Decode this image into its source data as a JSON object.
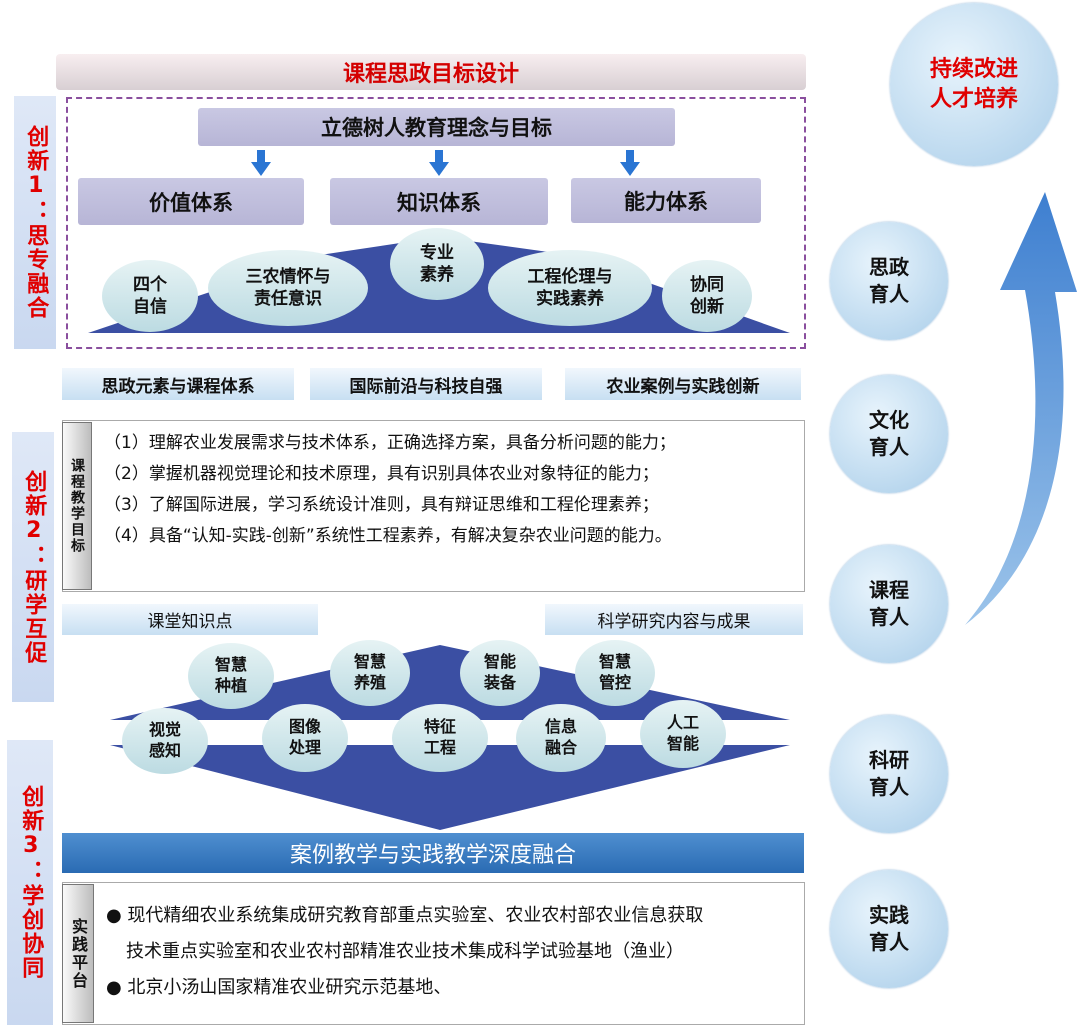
{
  "side_labels": {
    "innovation1": "创新1：思专融合",
    "innovation2": "创新2：研学互促",
    "innovation3": "创新3：学创协同"
  },
  "top_banner": "课程思政目标设计",
  "moral_goal": "立德树人教育理念与目标",
  "systems": [
    "价值体系",
    "知识体系",
    "能力体系"
  ],
  "mountain_items": [
    "四个\n自信",
    "三农情怀与\n责任意识",
    "专业\n素养",
    "工程伦理与\n实践素养",
    "协同\n创新"
  ],
  "theme_bars": [
    "思政元素与课程体系",
    "国际前沿与科技自强",
    "农业案例与实践创新"
  ],
  "objectives": {
    "label": "课程教学目标",
    "items": [
      "（1）理解农业发展需求与技术体系，正确选择方案，具备分析问题的能力；",
      "（2）掌握机器视觉理论和技术原理，具有识别具体农业对象特征的能力；",
      "（3）了解国际进展，学习系统设计准则，具有辩证思维和工程伦理素养；",
      "（4）具备“认知-实践-创新”系统性工程素养，有解决复杂农业问题的能力。"
    ]
  },
  "knowledge_bars": [
    "课堂知识点",
    "科学研究内容与成果"
  ],
  "diamond_top": [
    "智慧\n种植",
    "智慧\n养殖",
    "智能\n装备",
    "智慧\n管控"
  ],
  "diamond_bottom": [
    "视觉\n感知",
    "图像\n处理",
    "特征\n工程",
    "信息\n融合",
    "人工\n智能"
  ],
  "fusion_banner": "案例教学与实践教学深度融合",
  "platform": {
    "label": "实践平台",
    "lines": [
      "● 现代精细农业系统集成研究教育部重点实验室、农业农村部农业信息获取",
      "技术重点实验室和农业农村部精准农业技术集成科学试验基地（渔业）",
      "● 北京小汤山国家精准农业研究示范基地、"
    ]
  },
  "goal_circle": "持续改进\n人才培养",
  "education_circles": [
    "思政\n育人",
    "文化\n育人",
    "课程\n育人",
    "科研\n育人",
    "实践\n育人"
  ],
  "colors": {
    "accent_red": "#e00000",
    "arrow_blue": "#2a75d3",
    "mountain_blue": "#3b4fa3"
  }
}
